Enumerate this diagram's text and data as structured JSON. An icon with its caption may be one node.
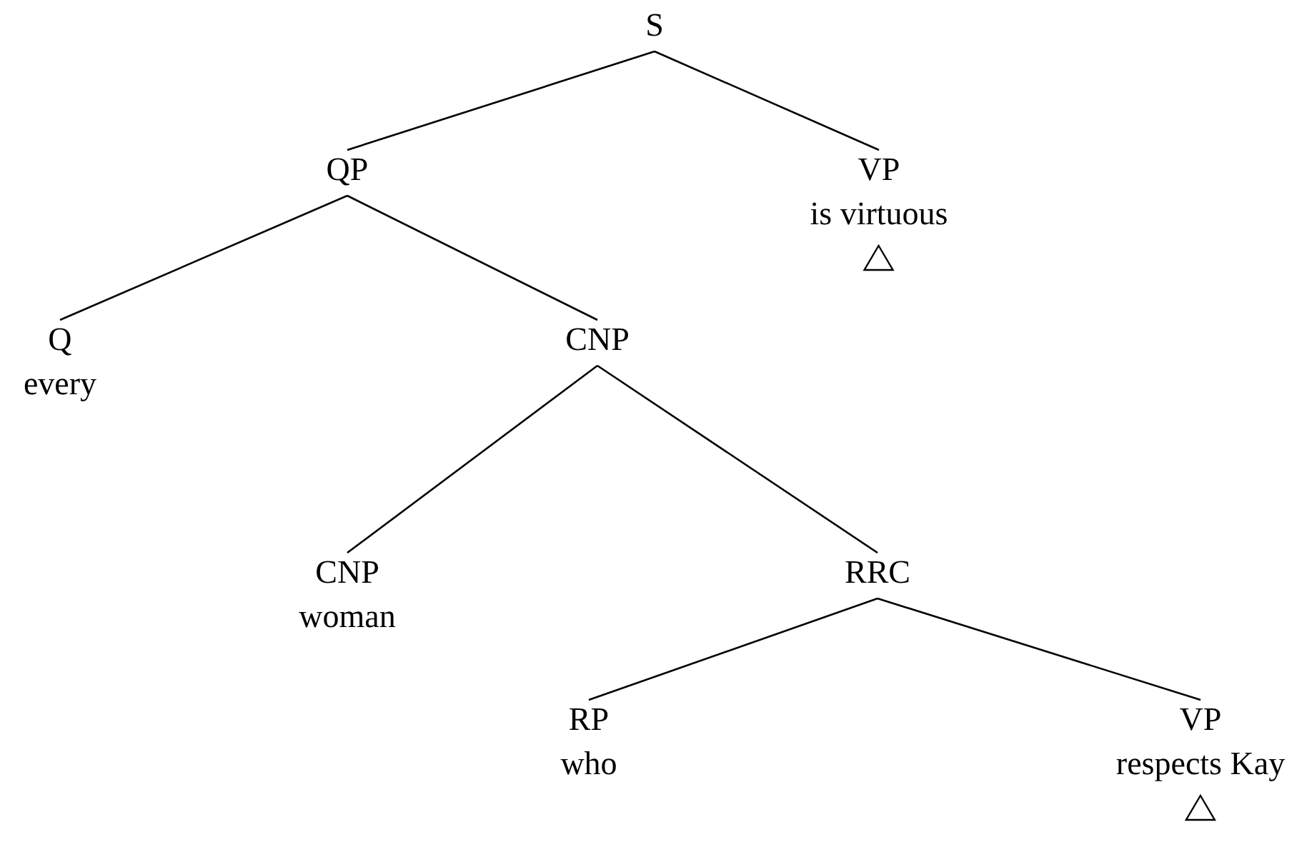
{
  "diagram": {
    "nodes": [
      {
        "text": [
          "S"
        ]
      },
      {
        "text": [
          "QP"
        ]
      },
      {
        "text": [
          "VP",
          "is virtuous"
        ]
      },
      {
        "text": [
          "Q",
          "every"
        ]
      },
      {
        "text": [
          "CNP"
        ]
      },
      {
        "text": [
          "CNP",
          "woman"
        ]
      },
      {
        "text": [
          "RRC"
        ]
      },
      {
        "text": [
          "RP",
          "who"
        ]
      },
      {
        "text": [
          "VP",
          "respects Kay"
        ]
      }
    ],
    "edges": [
      {
        "from": 0,
        "to": 1,
        "arrow": "none"
      },
      {
        "from": 0,
        "to": 2,
        "arrow": "none"
      },
      {
        "from": 1,
        "to": 3,
        "arrow": "none"
      },
      {
        "from": 1,
        "to": 4,
        "arrow": "none"
      },
      {
        "from": 4,
        "to": 5,
        "arrow": "none"
      },
      {
        "from": 4,
        "to": 6,
        "arrow": "none"
      },
      {
        "from": 6,
        "to": 7,
        "arrow": "none"
      },
      {
        "from": 6,
        "to": 8,
        "arrow": "none"
      }
    ]
  }
}
